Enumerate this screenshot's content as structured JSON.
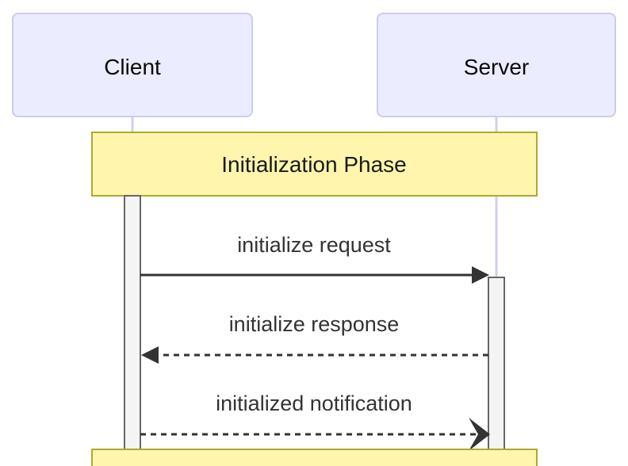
{
  "diagram": {
    "type": "sequence",
    "background_color": "#ffffff",
    "actors": [
      {
        "id": "client",
        "label": "Client"
      },
      {
        "id": "server",
        "label": "Server"
      }
    ],
    "notes": [
      {
        "label": "Initialization Phase",
        "position": "over",
        "span": "Client,Server"
      },
      {
        "label": "",
        "position": "over",
        "span": "Client,Server",
        "visibility": "clipped-at-bottom"
      }
    ],
    "messages": [
      {
        "from": "Client",
        "to": "Server",
        "label": "initialize request",
        "line": "solid",
        "arrowhead": "filled-triangle",
        "direction": "right"
      },
      {
        "from": "Server",
        "to": "Client",
        "label": "initialize response",
        "line": "dashed",
        "arrowhead": "filled-triangle",
        "direction": "left"
      },
      {
        "from": "Client",
        "to": "Server",
        "label": "initialized notification",
        "line": "dashed",
        "arrowhead": "open-chevron",
        "direction": "right"
      }
    ],
    "colors": {
      "actor_fill": "#ECECFF",
      "actor_border": "#CBCBF0",
      "lifeline": "#D2CEEC",
      "note_fill": "#FFF5AD",
      "note_border": "#AAAA33",
      "activation_fill": "#F4F4F4",
      "activation_border": "#666666",
      "message_line": "#333333",
      "message_text": "#333333",
      "actor_text": "#0a0a0a"
    }
  }
}
